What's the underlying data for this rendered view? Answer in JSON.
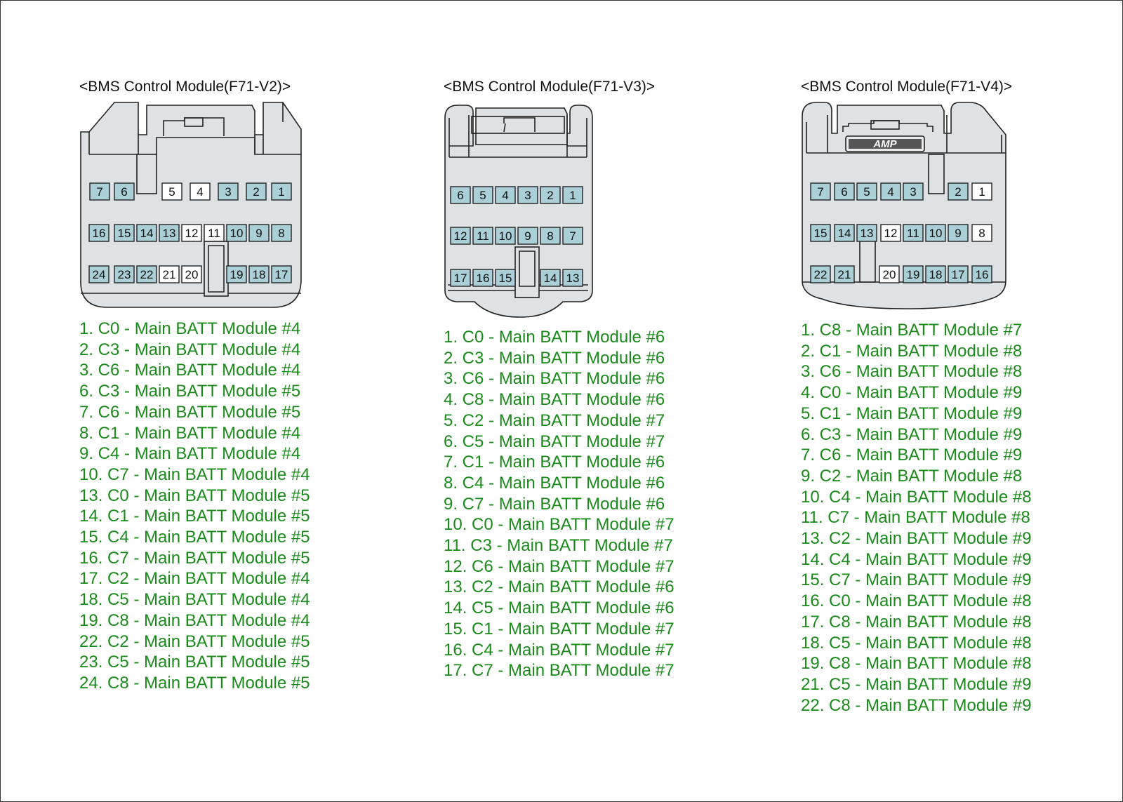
{
  "colors": {
    "pin_filled": "#aacfd6",
    "pin_empty": "#ffffff",
    "housing": "#dfe2e4",
    "stroke": "#222222",
    "text": "#1a8a1a"
  },
  "modules": [
    {
      "title": "<BMS Control Module(F71-V2)>",
      "connector": {
        "rows": [
          [
            {
              "n": "7",
              "filled": true
            },
            {
              "n": "6",
              "filled": true
            },
            {
              "n": "5",
              "filled": false
            },
            {
              "n": "4",
              "filled": false
            },
            {
              "n": "3",
              "filled": true
            },
            {
              "n": "2",
              "filled": true
            },
            {
              "n": "1",
              "filled": true
            }
          ],
          [
            {
              "n": "16",
              "filled": true
            },
            {
              "n": "15",
              "filled": true
            },
            {
              "n": "14",
              "filled": true
            },
            {
              "n": "13",
              "filled": true
            },
            {
              "n": "12",
              "filled": false
            },
            {
              "n": "11",
              "filled": false
            },
            {
              "n": "10",
              "filled": true
            },
            {
              "n": "9",
              "filled": true
            },
            {
              "n": "8",
              "filled": true
            }
          ],
          [
            {
              "n": "24",
              "filled": true
            },
            {
              "n": "23",
              "filled": true
            },
            {
              "n": "22",
              "filled": true
            },
            {
              "n": "21",
              "filled": false
            },
            {
              "n": "20",
              "filled": false
            },
            {
              "n": "19",
              "filled": true
            },
            {
              "n": "18",
              "filled": true
            },
            {
              "n": "17",
              "filled": true
            }
          ]
        ]
      },
      "pins": [
        "1. C0 - Main BATT Module #4",
        "2. C3 - Main BATT Module #4",
        "3. C6 - Main BATT Module #4",
        "6. C3 - Main BATT Module #5",
        "7. C6 - Main BATT Module #5",
        "8. C1 - Main BATT Module #4",
        "9. C4 - Main BATT Module #4",
        "10. C7 - Main BATT Module #4",
        "13. C0 - Main BATT Module #5",
        "14. C1 - Main BATT Module #5",
        "15. C4 - Main BATT Module #5",
        "16. C7 - Main BATT Module #5",
        "17. C2 - Main BATT Module #4",
        "18. C5 - Main BATT Module #4",
        "19. C8 - Main BATT Module #4",
        "22. C2 - Main BATT Module #5",
        "23. C5 - Main BATT Module #5",
        "24. C8 - Main BATT Module #5"
      ]
    },
    {
      "title": "<BMS Control Module(F71-V3)>",
      "connector": {
        "rows": [
          [
            {
              "n": "6",
              "filled": true
            },
            {
              "n": "5",
              "filled": true
            },
            {
              "n": "4",
              "filled": true
            },
            {
              "n": "3",
              "filled": true
            },
            {
              "n": "2",
              "filled": true
            },
            {
              "n": "1",
              "filled": true
            }
          ],
          [
            {
              "n": "12",
              "filled": true
            },
            {
              "n": "11",
              "filled": true
            },
            {
              "n": "10",
              "filled": true
            },
            {
              "n": "9",
              "filled": true
            },
            {
              "n": "8",
              "filled": true
            },
            {
              "n": "7",
              "filled": true
            }
          ],
          [
            {
              "n": "17",
              "filled": true
            },
            {
              "n": "16",
              "filled": true
            },
            {
              "n": "15",
              "filled": true
            },
            {
              "n": "14",
              "filled": true
            },
            {
              "n": "13",
              "filled": true
            }
          ]
        ]
      },
      "pins": [
        "1. C0 - Main BATT Module #6",
        "2. C3 - Main BATT Module #6",
        "3. C6 - Main BATT Module #6",
        "4. C8 - Main BATT Module #6",
        "5. C2 - Main BATT Module #7",
        "6. C5 - Main BATT Module #7",
        "7. C1 - Main BATT Module #6",
        "8. C4 - Main BATT Module #6",
        "9. C7 - Main BATT Module #6",
        "10. C0 - Main BATT Module #7",
        "11. C3 - Main BATT Module #7",
        "12. C6 - Main BATT Module #7",
        "13. C2 - Main BATT Module #6",
        "14. C5 - Main BATT Module #6",
        "15. C1 - Main BATT Module #7",
        "16. C4 - Main BATT Module #7",
        "17. C7 - Main BATT Module #7"
      ]
    },
    {
      "title": "<BMS Control Module(F71-V4)>",
      "connector": {
        "label": "AMP",
        "rows": [
          [
            {
              "n": "7",
              "filled": true
            },
            {
              "n": "6",
              "filled": true
            },
            {
              "n": "5",
              "filled": true
            },
            {
              "n": "4",
              "filled": true
            },
            {
              "n": "3",
              "filled": true
            },
            {
              "n": "2",
              "filled": true
            },
            {
              "n": "1",
              "filled": false
            }
          ],
          [
            {
              "n": "15",
              "filled": true
            },
            {
              "n": "14",
              "filled": true
            },
            {
              "n": "13",
              "filled": true
            },
            {
              "n": "12",
              "filled": false
            },
            {
              "n": "11",
              "filled": true
            },
            {
              "n": "10",
              "filled": true
            },
            {
              "n": "9",
              "filled": true
            },
            {
              "n": "8",
              "filled": false
            }
          ],
          [
            {
              "n": "22",
              "filled": true
            },
            {
              "n": "21",
              "filled": true
            },
            {
              "n": "20",
              "filled": false
            },
            {
              "n": "19",
              "filled": true
            },
            {
              "n": "18",
              "filled": true
            },
            {
              "n": "17",
              "filled": true
            },
            {
              "n": "16",
              "filled": true
            }
          ]
        ]
      },
      "pins": [
        "1. C8 - Main BATT Module #7",
        "2. C1 - Main BATT Module #8",
        "3. C6 - Main BATT Module #8",
        "4. C0 - Main BATT Module #9",
        "5. C1 - Main BATT Module #9",
        "6. C3 - Main BATT Module #9",
        "7. C6 - Main BATT Module #9",
        "9. C2 - Main BATT Module #8",
        "10. C4 - Main BATT Module #8",
        "11. C7 - Main BATT Module #8",
        "13. C2 - Main BATT Module #9",
        "14. C4 - Main BATT Module #9",
        "15. C7 - Main BATT Module #9",
        "16. C0 - Main BATT Module #8",
        "17. C8 - Main BATT Module #8",
        "18. C5 - Main BATT Module #8",
        "19. C8 - Main BATT Module #8",
        "21. C5 - Main BATT Module #9",
        "22. C8 - Main BATT Module #9"
      ]
    }
  ]
}
